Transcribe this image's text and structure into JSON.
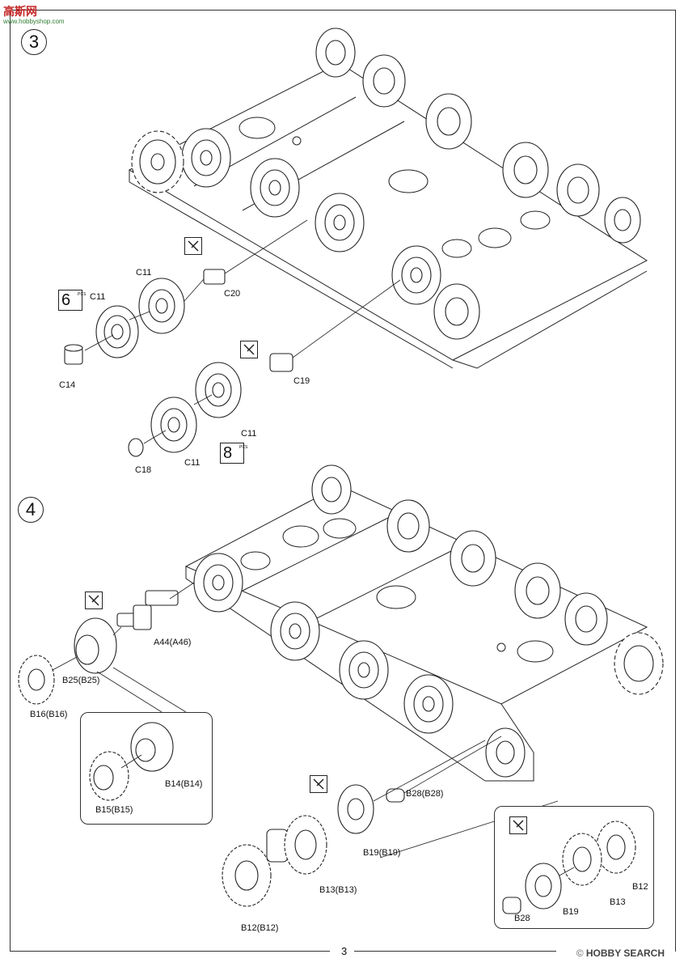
{
  "watermark_top": {
    "brand": "高斯网",
    "url": "www.hobbyshop.com"
  },
  "watermark_bottom": {
    "text": "HOBBY SEARCH",
    "prefix": "©"
  },
  "page_number": "3",
  "step3": {
    "number": "3",
    "labels": {
      "c20": "C20",
      "c11_a": "C11",
      "c11_b": "C11",
      "c14": "C14",
      "c19": "C19",
      "c11_c": "C11",
      "c11_d": "C11",
      "c18": "C18"
    },
    "pcs_a": {
      "count": "6",
      "unit": "PCS"
    },
    "pcs_b": {
      "count": "8",
      "unit": "PCS"
    }
  },
  "step4": {
    "number": "4",
    "labels": {
      "a44": "A44(A46)",
      "b25": "B25(B25)",
      "b16": "B16(B16)",
      "b14": "B14(B14)",
      "b15": "B15(B15)",
      "b28": "B28(B28)",
      "b19": "B19(B19)",
      "b13": "B13(B13)",
      "b12": "B12(B12)"
    },
    "detail_labels": {
      "b12": "B12",
      "b13": "B13",
      "b19": "B19",
      "b28": "B28"
    }
  },
  "colors": {
    "line": "#222222",
    "paper": "#ffffff",
    "accent": "#c62828"
  },
  "icons": [
    "cut-icon",
    "wheel-icon",
    "sprocket-icon",
    "idler-icon"
  ]
}
